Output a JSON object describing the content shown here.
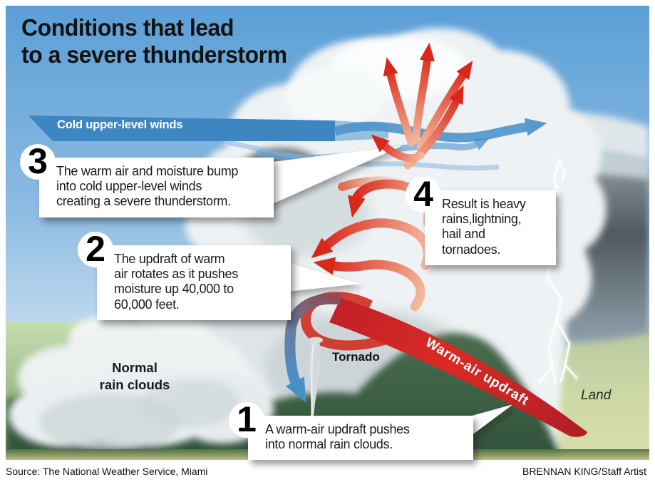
{
  "title": "Conditions that lead\nto a severe thunderstorm",
  "wind_band": {
    "label": "Cold upper-level winds"
  },
  "callouts": [
    {
      "num": "1",
      "text": "A warm-air updraft pushes\ninto normal rain clouds."
    },
    {
      "num": "2",
      "text": "The updraft of warm\nair rotates as it pushes\nmoisture up 40,000 to\n60,000 feet."
    },
    {
      "num": "3",
      "text": "The warm air and moisture bump\ninto cold upper-level winds\ncreating a severe thunderstorm."
    },
    {
      "num": "4",
      "text": "Result is heavy\nrains,lightning,\nhail and\ntornadoes."
    }
  ],
  "labels": {
    "normal_rain_clouds": "Normal\nrain clouds",
    "tornado": "Tornado",
    "warm_air_updraft": "Warm-air updraft",
    "land": "Land"
  },
  "footer": {
    "source": "Source: The National Weather Service, Miami",
    "credit": "BRENNAN KING/Staff Artist"
  },
  "colors": {
    "wind-blue": "#3e86c2",
    "warm-red": "#d92b24",
    "sky-top": "#5b9fd6",
    "hill-green": "#3c5f44",
    "land-green": "#ccd8a6",
    "title-ink": "#121212"
  }
}
